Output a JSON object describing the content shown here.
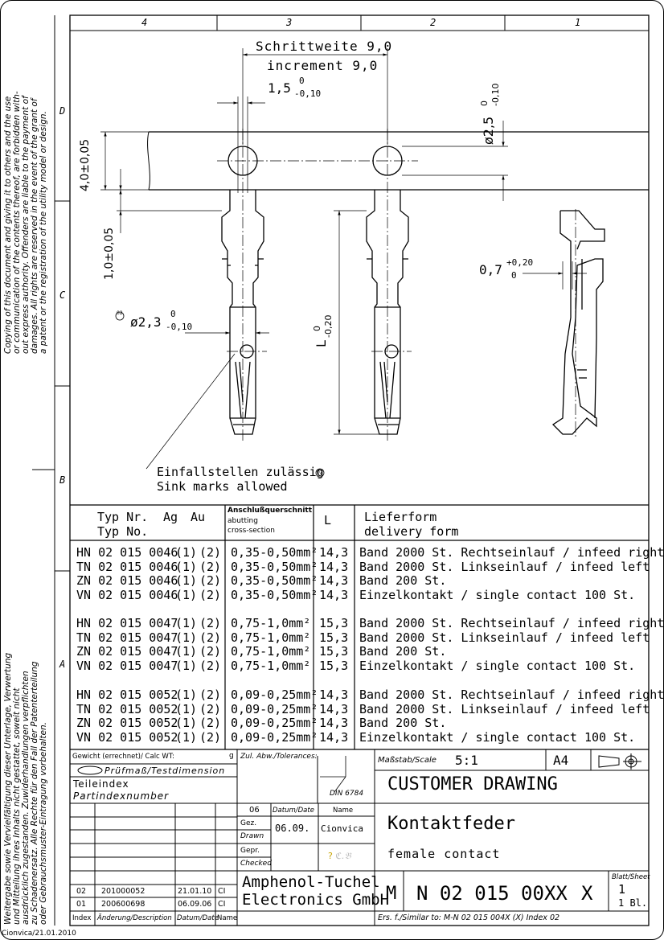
{
  "zones": {
    "top": [
      "4",
      "3",
      "2",
      "1"
    ],
    "left": [
      "D",
      "C",
      "B",
      "A"
    ]
  },
  "copyright_note": [
    "Copying of this document and giving it to others and the use",
    "or communication of the contents thereof, are forbidden with-",
    "out express authority. Offenders are liable to the payment of",
    "damages. All rights are reserved in the event of the grant of",
    "a patent or the registration of the utility model or design."
  ],
  "copyright_note_de": [
    "Weitergabe sowie Vervielfältigung dieser Unterlage, Verwertung",
    "und Mitteilung ihres Inhalts nicht gestattet, soweit nicht",
    "ausdrücklich zugestanden. Zuwiderhandlungen verpflichten",
    "zu Schadenersatz. Alle Rechte für den Fall der Patenterteilung",
    "oder Gebrauchsmuster-Eintragung vorbehalten."
  ],
  "footer_stamp": "Cionvica/21.01.2010",
  "dimensions": {
    "pitch_de": "Schrittweite 9,0",
    "pitch_en": "increment 9,0",
    "d15": "1,5",
    "d15_tol_upper": "0",
    "d15_tol_lower": "-0,10",
    "d25": "ø2,5",
    "d25_tol_upper": "0",
    "d25_tol_lower": "-0,10",
    "d40": "4,0±0,05",
    "d10": "1,0±0,05",
    "d07": "0,7",
    "d07_tol_upper": "+0,20",
    "d07_tol_lower": "0",
    "d23": "ø2,3",
    "d23_tol_upper": "0",
    "d23_tol_lower": "-0,10",
    "dL": "L",
    "dL_tol_upper": "0",
    "dL_tol_lower": "-0,20",
    "marker": "02"
  },
  "sink_note": {
    "de": "Einfallstellen zulässig",
    "en": "Sink marks allowed"
  },
  "table": {
    "headers": {
      "typ_de": "Typ Nr.",
      "ag": "Ag",
      "au": "Au",
      "typ_en": "Typ No.",
      "cross_1": "Anschlußquerschnitt",
      "cross_2": "abutting",
      "cross_3": "cross-section",
      "L": "L",
      "form_de": "Lieferform",
      "form_en": "delivery form"
    },
    "rows": [
      {
        "typ": "HN 02 015 0046",
        "ag": "(1)",
        "au": "(2)",
        "cross": "0,35-0,50mm²",
        "L": "14,3",
        "form": "Band 2000 St. Rechtseinlauf / infeed right"
      },
      {
        "typ": "TN 02 015 0046",
        "ag": "(1)",
        "au": "(2)",
        "cross": "0,35-0,50mm²",
        "L": "14,3",
        "form": "Band 2000 St. Linkseinlauf / infeed left"
      },
      {
        "typ": "ZN 02 015 0046",
        "ag": "(1)",
        "au": "(2)",
        "cross": "0,35-0,50mm²",
        "L": "14,3",
        "form": "Band  200 St."
      },
      {
        "typ": "VN 02 015 0046",
        "ag": "(1)",
        "au": "(2)",
        "cross": "0,35-0,50mm²",
        "L": "14,3",
        "form": "Einzelkontakt / single contact 100 St."
      },
      {
        "typ": "HN 02 015 0047",
        "ag": "(1)",
        "au": "(2)",
        "cross": "0,75-1,0mm²",
        "L": "15,3",
        "form": "Band 2000 St. Rechtseinlauf / infeed right"
      },
      {
        "typ": "TN 02 015 0047",
        "ag": "(1)",
        "au": "(2)",
        "cross": "0,75-1,0mm²",
        "L": "15,3",
        "form": "Band 2000 St. Linkseinlauf / infeed left"
      },
      {
        "typ": "ZN 02 015 0047",
        "ag": "(1)",
        "au": "(2)",
        "cross": "0,75-1,0mm²",
        "L": "15,3",
        "form": "Band  200 St."
      },
      {
        "typ": "VN 02 015 0047",
        "ag": "(1)",
        "au": "(2)",
        "cross": "0,75-1,0mm²",
        "L": "15,3",
        "form": "Einzelkontakt  / single contact 100 St."
      },
      {
        "typ": "HN 02 015 0052",
        "ag": "(1)",
        "au": "(2)",
        "cross": "0,09-0,25mm²",
        "L": "14,3",
        "form": "Band 2000 St. Rechtseinlauf / infeed right"
      },
      {
        "typ": "TN 02 015 0052",
        "ag": "(1)",
        "au": "(2)",
        "cross": "0,09-0,25mm²",
        "L": "14,3",
        "form": "Band 2000 St. Linkseinlauf / infeed left"
      },
      {
        "typ": "ZN 02 015 0052",
        "ag": "(1)",
        "au": "(2)",
        "cross": "0,09-0,25mm²",
        "L": "14,3",
        "form": "Band  200 St."
      },
      {
        "typ": "VN 02 015 0052",
        "ag": "(1)",
        "au": "(2)",
        "cross": "0,09-0,25mm²",
        "L": "14,3",
        "form": "Einzelkontakt  / single contact 100 St."
      }
    ]
  },
  "title_block": {
    "weight": "Gewicht (errechnet)/ Calc WT:",
    "weight_val": "g",
    "test_dim": "Prüfmaß/Testdimension",
    "partindex_de": "Teileindex",
    "partindex_en": "Partindexnumber",
    "tolerances": "Zul. Abw./Tolerances:",
    "din": "DIN 6784",
    "scale_label": "Maßstab/Scale",
    "scale": "5:1",
    "format": "A4",
    "customer": "CUSTOMER DRAWING",
    "title_de": "Kontaktfeder",
    "title_en": "female contact",
    "year": "06",
    "date_label": "Datum/Date",
    "name_label": "Name",
    "drawn_de": "Gez.",
    "drawn_en": "Drawn",
    "drawn_date": "06.09.",
    "drawn_name": "Cionvica",
    "checked_de": "Gepr.",
    "checked_en": "Checked",
    "company_1": "Amphenol-Tuchel",
    "company_2": "Electronics GmbH",
    "doc_prefix": "M",
    "doc_number": "N 02 015 00XX",
    "doc_suffix": "X",
    "sheet_label": "Blatt/Sheet",
    "sheet": "1",
    "sheets": "1  Bl.",
    "similar": "Ers. f./Similar to: M-N 02 015 004X (X) Index 02",
    "rev_headers": {
      "index": "Index",
      "change": "Änderung/Description",
      "date": "Datum/Date",
      "name": "Name"
    },
    "revisions": [
      {
        "index": "02",
        "change": "201000052",
        "date": "21.01.10",
        "name": "CI"
      },
      {
        "index": "01",
        "change": "200600698",
        "date": "06.09.06",
        "name": "CI"
      }
    ]
  }
}
